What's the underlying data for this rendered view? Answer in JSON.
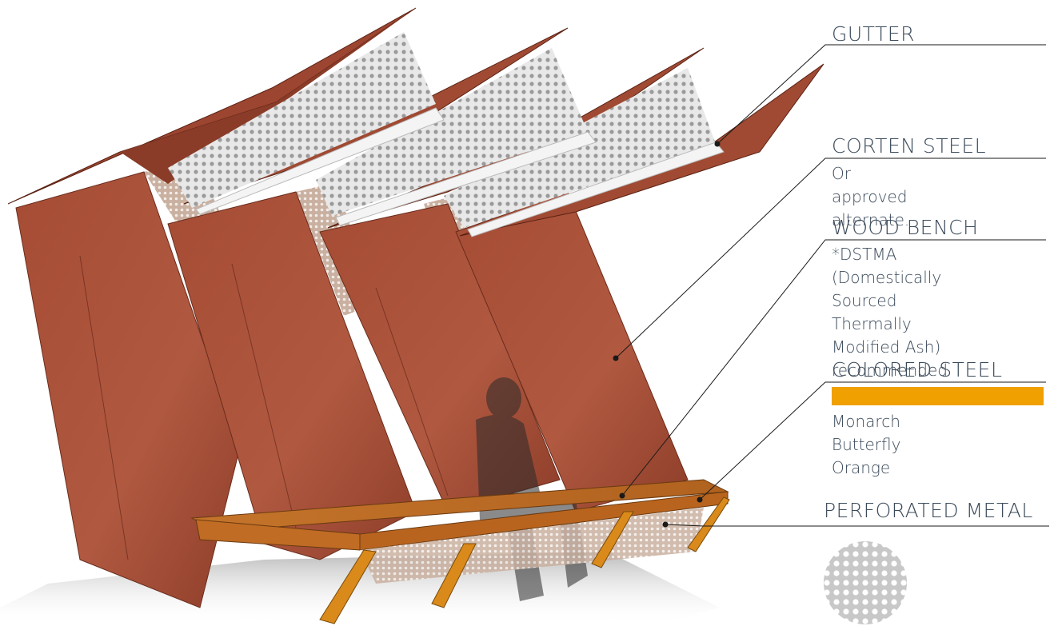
{
  "callouts": [
    {
      "id": "gutter",
      "title": "GUTTER",
      "note": ""
    },
    {
      "id": "corten",
      "title": "CORTEN STEEL",
      "note": "Or approved alternate."
    },
    {
      "id": "wood-bench",
      "title": "WOOD BENCH",
      "note": "*DSTMA (Domestically\nSourced Thermally\nModified Ash)\nrecommended"
    },
    {
      "id": "colored-steel",
      "title": "COLORED STEEL",
      "note": "Monarch Butterfly\nOrange"
    },
    {
      "id": "perforated",
      "title": "PERFORATED METAL",
      "note": ""
    }
  ],
  "colors": {
    "text": "#3b4a5a",
    "leader": "#1a1a1a",
    "corten": "#a8503a",
    "corten_dark": "#8a3c28",
    "perforated": "#e6e6e6",
    "bench_wood": "#c8782c",
    "colored_steel": "#f0a000",
    "swatch": "#f0a000"
  }
}
